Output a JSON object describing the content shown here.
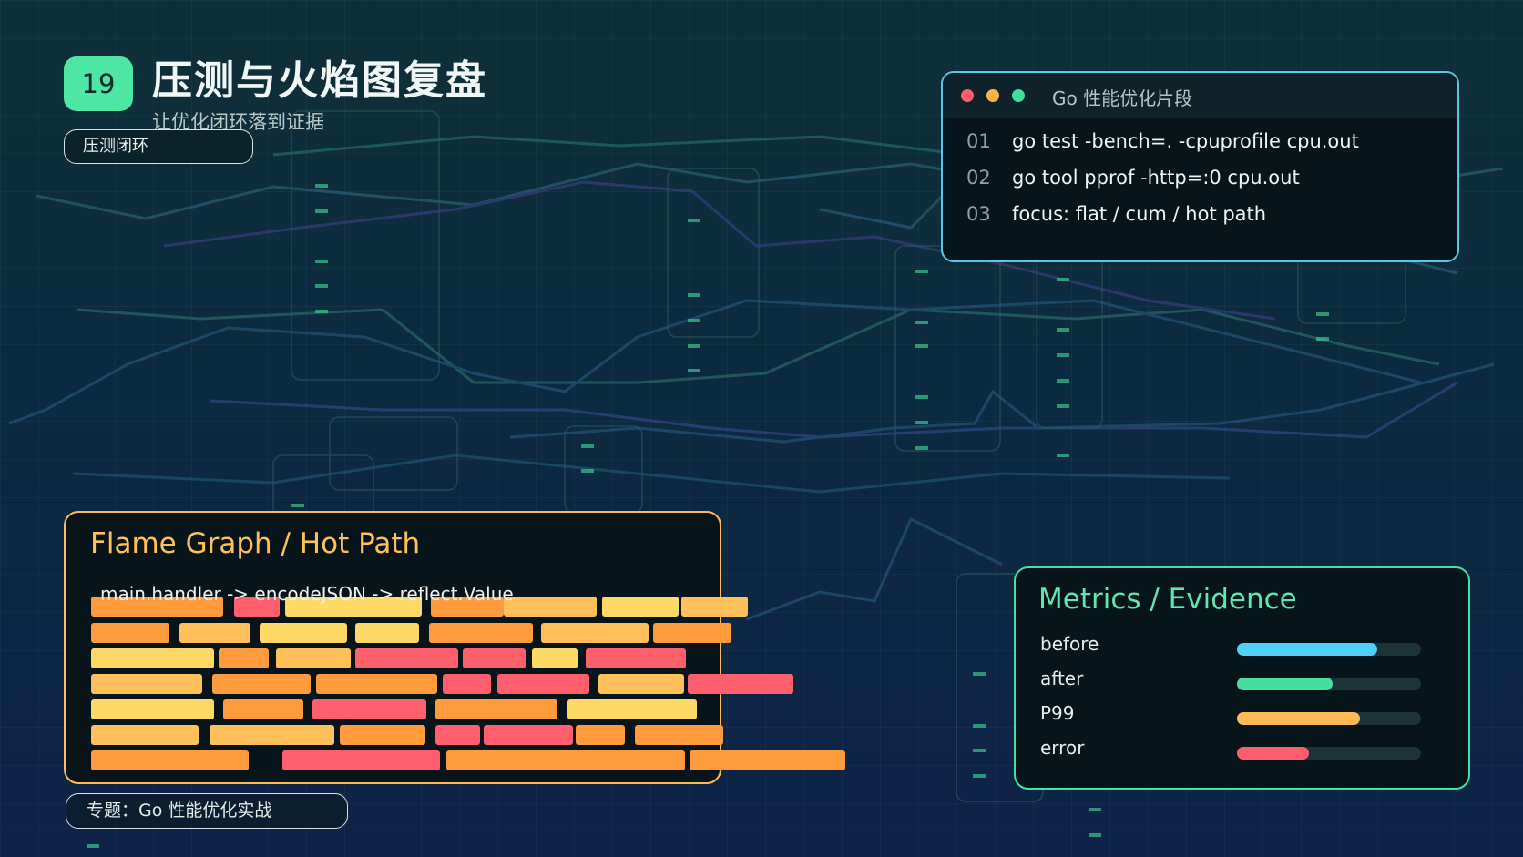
{
  "header": {
    "number": "19",
    "title": "压测与火焰图复盘",
    "subtitle": "让优化闭环落到证据",
    "tag": "压测闭环"
  },
  "code_panel": {
    "title": "Go 性能优化片段",
    "lines": [
      {
        "num": "01",
        "text": "go test -bench=. -cpuprofile cpu.out"
      },
      {
        "num": "02",
        "text": "go tool pprof -http=:0 cpu.out"
      },
      {
        "num": "03",
        "text": "focus: flat / cum / hot path"
      }
    ]
  },
  "flame_panel": {
    "title": "Flame Graph / Hot Path",
    "path_text": "main.handler -> encodeJSON -> reflect.Value"
  },
  "metrics_panel": {
    "title": "Metrics / Evidence",
    "items": [
      {
        "label": "before",
        "fraction": 0.76,
        "color": "#4fd0f5"
      },
      {
        "label": "after",
        "fraction": 0.52,
        "color": "#46dfa0"
      },
      {
        "label": "P99",
        "fraction": 0.67,
        "color": "#ffba55"
      },
      {
        "label": "error",
        "fraction": 0.39,
        "color": "#ff5f6d"
      }
    ]
  },
  "footer": {
    "tag": "专题：Go 性能优化实战"
  },
  "colors": {
    "accent_green": "#4ee6a3",
    "accent_blue": "#58c7e6",
    "accent_orange": "#ffba55",
    "flame_yellow": "#ffd966",
    "flame_orange": "#ff9a3d",
    "flame_red": "#ff5f6d",
    "background": "#0e2f39"
  }
}
